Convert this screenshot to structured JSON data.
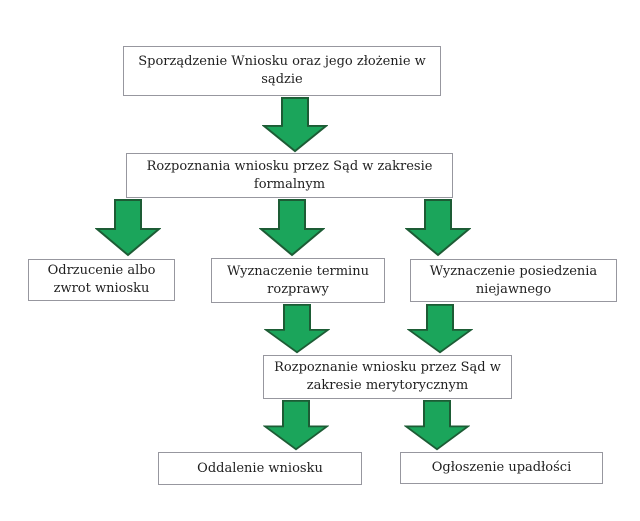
{
  "diagram": {
    "type": "flowchart",
    "language": "pl",
    "colors": {
      "background": "#ffffff",
      "arrow_fill": "#1ba55b",
      "arrow_stroke": "#1d5c35",
      "box_border": "#97979f",
      "box_fill": "#ffffff",
      "text_color": "#1f1f1f"
    },
    "nodes": [
      {
        "id": "start",
        "label": "Sporządzenie Wniosku oraz jego złożenie w sądzie"
      },
      {
        "id": "formal-review",
        "label": "Rozpoznania wniosku przez Sąd w zakresie formalnym"
      },
      {
        "id": "rejection",
        "label": "Odrzucenie albo zwrot wniosku"
      },
      {
        "id": "hearing-date",
        "label": "Wyznaczenie terminu rozprawy"
      },
      {
        "id": "closed-session",
        "label": "Wyznaczenie posiedzenia niejawnego"
      },
      {
        "id": "merits-review",
        "label": "Rozpoznanie wniosku przez Sąd w zakresie merytorycznym"
      },
      {
        "id": "dismissal",
        "label": "Oddalenie wniosku"
      },
      {
        "id": "bankruptcy-declared",
        "label": "Ogłoszenie upadłości"
      }
    ],
    "edges": [
      {
        "from": "start",
        "to": "formal-review"
      },
      {
        "from": "formal-review",
        "to": "rejection"
      },
      {
        "from": "formal-review",
        "to": "hearing-date"
      },
      {
        "from": "formal-review",
        "to": "closed-session"
      },
      {
        "from": "hearing-date",
        "to": "merits-review"
      },
      {
        "from": "closed-session",
        "to": "merits-review"
      },
      {
        "from": "merits-review",
        "to": "dismissal"
      },
      {
        "from": "merits-review",
        "to": "bankruptcy-declared"
      }
    ]
  }
}
